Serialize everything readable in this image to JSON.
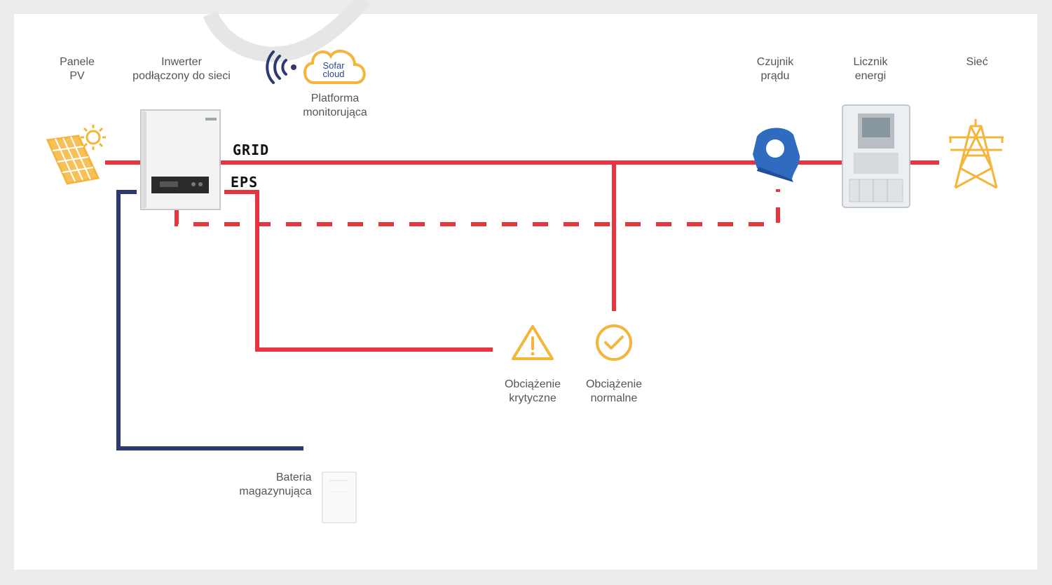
{
  "labels": {
    "pv": [
      "Panele",
      "PV"
    ],
    "inverter": [
      "Inwerter",
      "podłączony do sieci"
    ],
    "platform": [
      "Platforma",
      "monitorująca"
    ],
    "sensor": [
      "Czujnik",
      "prądu"
    ],
    "meter": [
      "Licznik",
      "energi"
    ],
    "grid_tower": [
      "Sieć"
    ],
    "critical_load": [
      "Obciążenie",
      "krytyczne"
    ],
    "normal_load": [
      "Obciążenie",
      "normalne"
    ],
    "battery": [
      "Bateria",
      "magazynująca"
    ]
  },
  "bus_labels": {
    "grid": "GRID",
    "eps": "EPS"
  },
  "cloud_logo": [
    "Sofar",
    "cloud"
  ],
  "colors": {
    "ac_line": "#e8343e",
    "battery_line": "#2e3a6e",
    "icon_accent": "#f3b53a",
    "sensor_blue": "#2f6cc0"
  },
  "icons": {
    "pv": "solar-panel-icon",
    "sun": "sun-icon",
    "inverter": "inverter-icon",
    "wifi": "wireless-signal-icon",
    "cloud": "cloud-icon",
    "sensor": "current-sensor-icon",
    "meter": "energy-meter-icon",
    "tower": "power-tower-icon",
    "critical": "warning-triangle-icon",
    "normal": "check-circle-icon",
    "battery": "battery-icon"
  }
}
